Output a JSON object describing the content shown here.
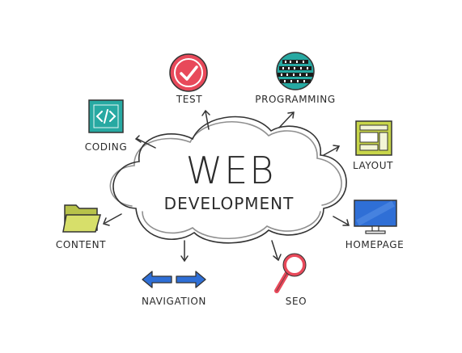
{
  "diagram": {
    "center": {
      "title": "WEB",
      "subtitle": "DEVELOPMENT"
    },
    "nodes": {
      "test": "TEST",
      "programming": "PROGRAMMING",
      "coding": "CODING",
      "layout": "LAYOUT",
      "content": "CONTENT",
      "homepage": "HOMEPAGE",
      "navigation": "NAVIGATION",
      "seo": "SEO"
    },
    "colors": {
      "test": "#e8495a",
      "coding": "#27a9a2",
      "layout": "#c8d64a",
      "content": "#c9d35a",
      "homepage": "#2f6fd6",
      "navigation": "#2f6fd6",
      "seo": "#e8495a",
      "programming": "#27a9a2"
    },
    "icons": [
      "check-icon",
      "binary-code-icon",
      "code-icon",
      "layout-icon",
      "folder-icon",
      "monitor-icon",
      "arrows-icon",
      "magnifier-icon"
    ]
  }
}
